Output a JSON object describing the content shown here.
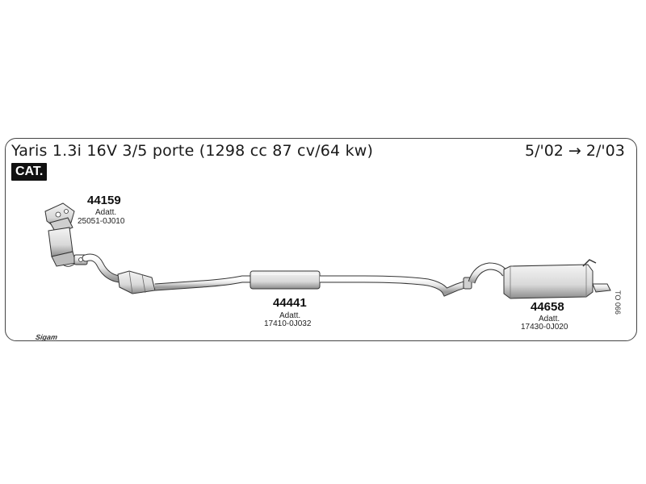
{
  "header": {
    "title": "Yaris 1.3i 16V 3/5 porte (1298 cc 87 cv/64 kw)",
    "date_range": "5/'02 → 2/'03",
    "badge": "CAT."
  },
  "parts": [
    {
      "number": "44159",
      "adapt_label": "Adatt.",
      "oem_code": "25051-0J010"
    },
    {
      "number": "44441",
      "adapt_label": "Adatt.",
      "oem_code": "17410-0J032"
    },
    {
      "number": "44658",
      "adapt_label": "Adatt.",
      "oem_code": "17430-0J020"
    }
  ],
  "diagram_code": "TO 066",
  "brand_logo": "Sigam"
}
